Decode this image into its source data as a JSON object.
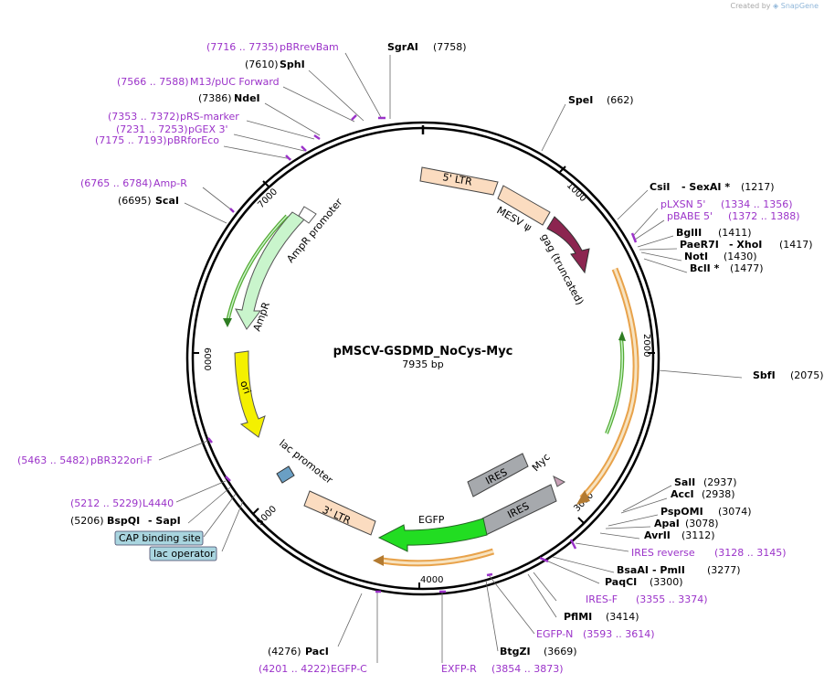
{
  "credit": {
    "prefix": "Created by",
    "brand": "SnapGene"
  },
  "plasmid": {
    "name": "pMSCV-GSDMD_NoCys-Myc",
    "length_label": "7935 bp"
  },
  "ticks": [
    "1000",
    "2000",
    "3000",
    "4000",
    "5000",
    "6000",
    "7000"
  ],
  "features": {
    "ltr5": "5' LTR",
    "psi": "MESV ψ",
    "gag": "gag (truncated)",
    "ires_top": "IRES",
    "myc": "Myc",
    "ires_bottom": "IRES",
    "egfp": "EGFP",
    "ltr3": "3' LTR",
    "lac_promoter": "lac promoter",
    "ori": "ori",
    "ampr": "AmpR",
    "ampr_promoter": "AmpR promoter"
  },
  "boxed_features": {
    "cap": "CAP binding site",
    "lac_operator": "lac operator"
  },
  "sites": {
    "sgrai": {
      "name": "SgrAI",
      "pos": "(7758)"
    },
    "spei": {
      "name": "SpeI",
      "pos": "(662)"
    },
    "csii": {
      "name": "CsiI",
      "name2": "SexAI *",
      "pos": "(1217)"
    },
    "plxsn": {
      "name": "pLXSN 5'",
      "pos": "(1334 .. 1356)"
    },
    "pbabe": {
      "name": "pBABE 5'",
      "pos": "(1372 .. 1388)"
    },
    "bglii": {
      "name": "BglII",
      "pos": "(1411)"
    },
    "paer7i": {
      "name": "PaeR7I",
      "name2": "XhoI",
      "pos": "(1417)"
    },
    "noti": {
      "name": "NotI",
      "pos": "(1430)"
    },
    "bcli": {
      "name": "BclI *",
      "pos": "(1477)"
    },
    "sbfi": {
      "name": "SbfI",
      "pos": "(2075)"
    },
    "sali": {
      "name": "SalI",
      "pos": "(2937)"
    },
    "acci": {
      "name": "AccI",
      "pos": "(2938)"
    },
    "pspomi": {
      "name": "PspOMI",
      "pos": "(3074)"
    },
    "apai": {
      "name": "ApaI",
      "pos": "(3078)"
    },
    "avrii": {
      "name": "AvrII",
      "pos": "(3112)"
    },
    "ires_rev": {
      "name": "IRES reverse",
      "pos": "(3128 .. 3145)"
    },
    "bsaai": {
      "name": "BsaAI",
      "name2": "PmlI",
      "pos": "(3277)"
    },
    "paqci": {
      "name": "PaqCI",
      "pos": "(3300)"
    },
    "ires_f": {
      "name": "IRES-F",
      "pos": "(3355 .. 3374)"
    },
    "pfimi": {
      "name": "PflMI",
      "pos": "(3414)"
    },
    "egfp_n": {
      "name": "EGFP-N",
      "pos": "(3593 .. 3614)"
    },
    "btgzi": {
      "name": "BtgZI",
      "pos": "(3669)"
    },
    "exfp_r": {
      "name": "EXFP-R",
      "pos": "(3854 .. 3873)"
    },
    "egfp_c": {
      "name": "EGFP-C",
      "pos": "(4201 .. 4222)"
    },
    "paci": {
      "name": "PacI",
      "pos": "(4276)"
    },
    "l4440": {
      "name": "L4440",
      "pos": "(5212 .. 5229)"
    },
    "bspqi": {
      "name": "BspQI",
      "name2": "SapI",
      "pos": "(5206)"
    },
    "pbr322ori": {
      "name": "pBR322ori-F",
      "pos": "(5463 .. 5482)"
    },
    "scai": {
      "name": "ScaI",
      "pos": "(6695)"
    },
    "ampr_primer": {
      "name": "Amp-R",
      "pos": "(6765 .. 6784)"
    },
    "pbrforeco": {
      "name": "pBRforEco",
      "pos": "(7175 .. 7193)"
    },
    "pgex3": {
      "name": "pGEX 3'",
      "pos": "(7231 .. 7253)"
    },
    "prs": {
      "name": "pRS-marker",
      "pos": "(7353 .. 7372)"
    },
    "ndei": {
      "name": "NdeI",
      "pos": "(7386)"
    },
    "m13": {
      "name": "M13/pUC Forward",
      "pos": "(7566 .. 7588)"
    },
    "sphi": {
      "name": "SphI",
      "pos": "(7610)"
    },
    "pbrrevbam": {
      "name": "pBRrevBam",
      "pos": "(7716 .. 7735)"
    }
  },
  "colors": {
    "backbone": "#000000",
    "primer": "#9b33c9",
    "ltr": "#fbdcc0",
    "gag": "#8c2550",
    "orf_outline": "#e8a24a",
    "orf_fill": "#f7e3c0",
    "ires": "#a6a9ad",
    "myc": "#c8a0b6",
    "egfp": "#22dd22",
    "ori": "#f4f000",
    "ampr": "#c9f5cc",
    "ampr_line": "#55aa33",
    "box": "#a9d5df"
  }
}
